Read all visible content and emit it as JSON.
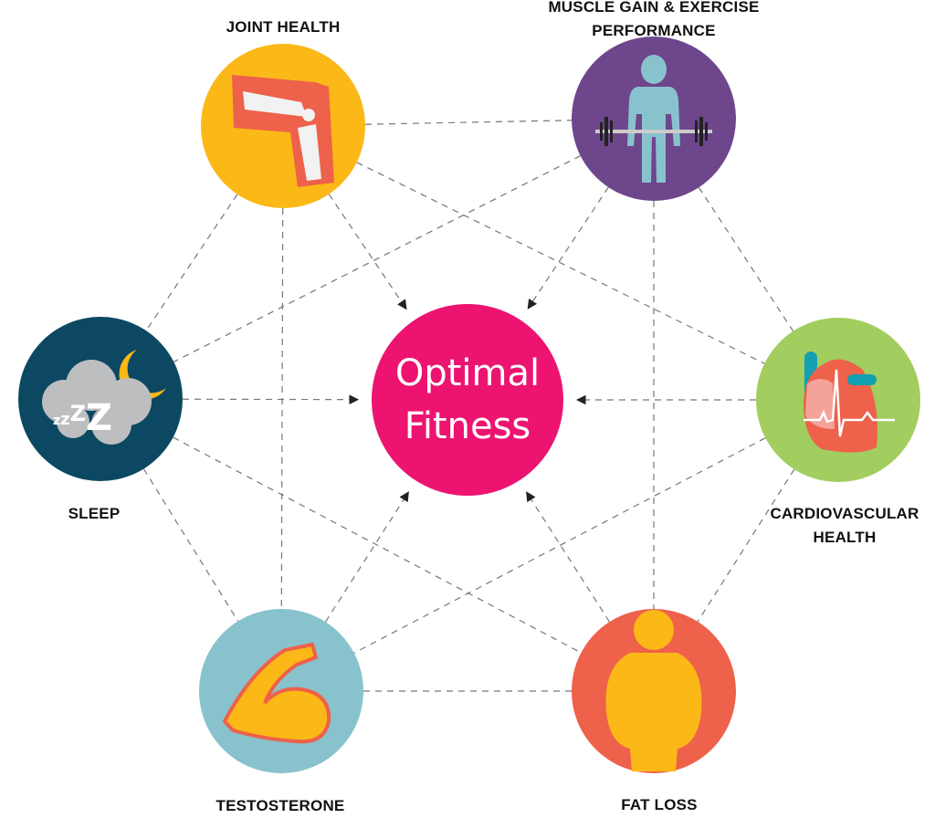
{
  "center": {
    "line1": "Optimal",
    "line2": "Fitness",
    "color": "#EC1470"
  },
  "nodes": [
    {
      "id": "joint",
      "label_lines": [
        "JOINT HEALTH"
      ],
      "icon": "knee-joint-icon",
      "color": "#FBB817"
    },
    {
      "id": "muscle",
      "label_lines": [
        "MUSCLE GAIN & EXERCISE",
        "PERFORMANCE"
      ],
      "icon": "weightlifter-icon",
      "color": "#6E468C"
    },
    {
      "id": "sleep",
      "label_lines": [
        "SLEEP"
      ],
      "icon": "sleep-cloud-moon-icon",
      "color": "#0D4862"
    },
    {
      "id": "cardio",
      "label_lines": [
        "CARDIOVASCULAR",
        "HEALTH"
      ],
      "icon": "heart-ecg-icon",
      "color": "#A2CD5F"
    },
    {
      "id": "testosterone",
      "label_lines": [
        "TESTOSTERONE"
      ],
      "icon": "flexed-arm-icon",
      "color": "#88C3CD"
    },
    {
      "id": "fatloss",
      "label_lines": [
        "FAT LOSS"
      ],
      "icon": "overweight-person-icon",
      "color": "#EE614A"
    }
  ]
}
